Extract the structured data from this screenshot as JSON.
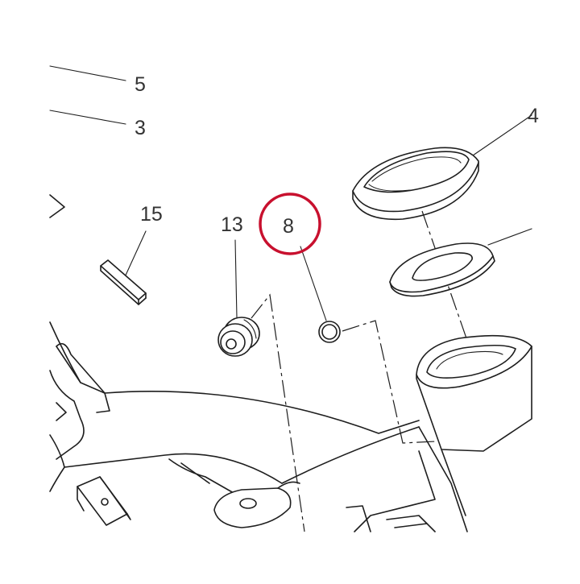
{
  "callouts": {
    "c5": "5",
    "c3": "3",
    "c15": "15",
    "c13": "13",
    "c8": "8"
  },
  "highlight": {
    "target": "8",
    "color": "#c8102e"
  }
}
